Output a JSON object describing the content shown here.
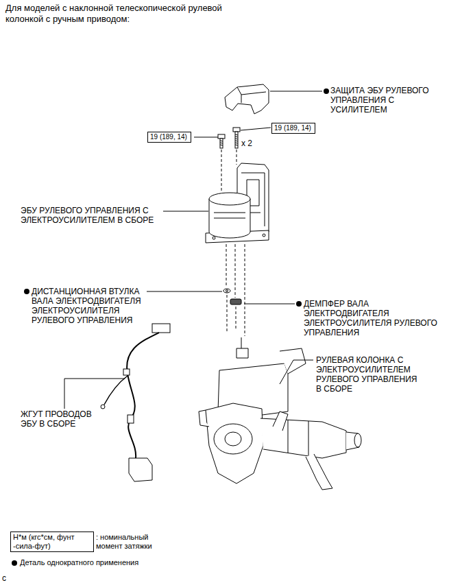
{
  "diagram": {
    "title": "Для моделей с наклонной телескопической рулевой колонкой с ручным приводом:",
    "nodes": [
      {
        "text": [
          "19 (189, 14)"
        ]
      },
      {
        "text": [
          "19 (189, 14)"
        ]
      },
      {
        "text": [
          "Н*м (кгс*см, фунт -сила-фут)"
        ]
      }
    ],
    "labels": [
      "ЗАЩИТА ЭБУ РУЛЕВОГО УПРАВЛЕНИЯ С УСИЛИТЕЛЕМ",
      "x 2",
      "ЭБУ РУЛЕВОГО УПРАВЛЕНИЯ С ЭЛЕКТРОУСИЛИТЕЛЕМ В СБОРЕ",
      "ДИСТАНЦИОННАЯ ВТУЛКА ВАЛА ЭЛЕКТРОДВИГАТЕЛЯ ЭЛЕКТРОУСИЛИТЕЛЯ РУЛЕВОГО УПРАВЛЕНИЯ",
      "ДЕМПФЕР ВАЛА ЭЛЕКТРОДВИГАТЕЛЯ ЭЛЕКТРОУСИЛИТЕЛЯ РУЛЕВОГО УПРАВЛЕНИЯ",
      "РУЛЕВАЯ КОЛОНКА С ЭЛЕКТРОУСИЛИТЕЛЕМ РУЛЕВОГО УПРАВЛЕНИЯ В СБОРЕ",
      "ЖГУТ ПРОВОДОВ ЭБУ В СБОРЕ",
      "c"
    ],
    "legend": [
      {
        "text": ": номинальный момент затяжки"
      },
      {
        "text": "Деталь однократного применения"
      }
    ]
  }
}
